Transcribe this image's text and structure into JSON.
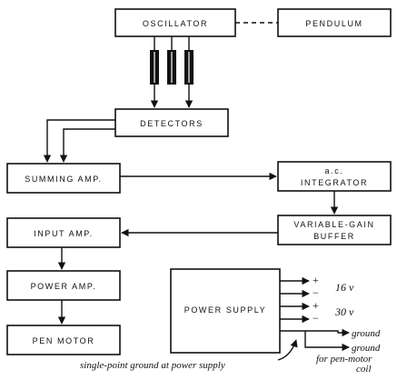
{
  "blocks": {
    "oscillator": "OSCILLATOR",
    "pendulum": "PENDULUM",
    "detectors": "DETECTORS",
    "summing_amp": "SUMMING AMP.",
    "integrator_line1": "a.c.",
    "integrator_line2": "INTEGRATOR",
    "vgb_line1": "VARIABLE-GAIN",
    "vgb_line2": "BUFFER",
    "input_amp": "INPUT AMP.",
    "power_amp": "POWER AMP.",
    "pen_motor": "PEN MOTOR",
    "power_supply": "POWER SUPPLY"
  },
  "power_outputs": {
    "plus1": "+",
    "minus1": "−",
    "v1": "16 v",
    "plus2": "+",
    "minus2": "−",
    "v2": "30 v"
  },
  "grounds": {
    "ground1": "ground",
    "ground2": "ground",
    "pen_line1": "for pen-motor",
    "pen_line2": "coil"
  },
  "annotation": "single-point ground at power supply"
}
